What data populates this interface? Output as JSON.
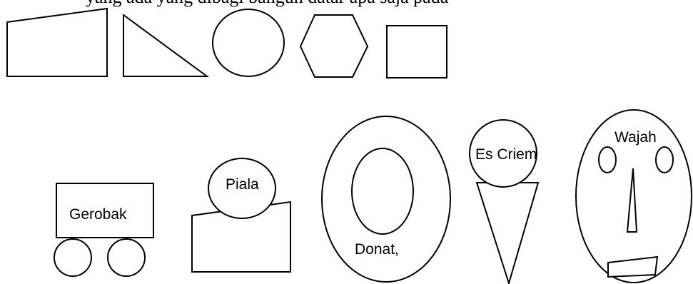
{
  "header": {
    "partial_text": "yang ada yang dibagi bangun datar apa saja pada"
  },
  "reference_shapes": [
    {
      "id": "trapezoid",
      "name": "trapezoid-shape"
    },
    {
      "id": "triangle",
      "name": "right-triangle-shape"
    },
    {
      "id": "circle",
      "name": "circle-shape"
    },
    {
      "id": "hexagon",
      "name": "hexagon-shape"
    },
    {
      "id": "square",
      "name": "square-shape"
    }
  ],
  "objects": {
    "gerobak": {
      "label": "Gerobak"
    },
    "piala": {
      "label": "Piala"
    },
    "donat": {
      "label": "Donat,"
    },
    "es_criem": {
      "label": "Es Criem"
    },
    "wajah": {
      "label": "Wajah"
    }
  },
  "colors": {
    "stroke": "#000000",
    "background": "#ffffff"
  }
}
